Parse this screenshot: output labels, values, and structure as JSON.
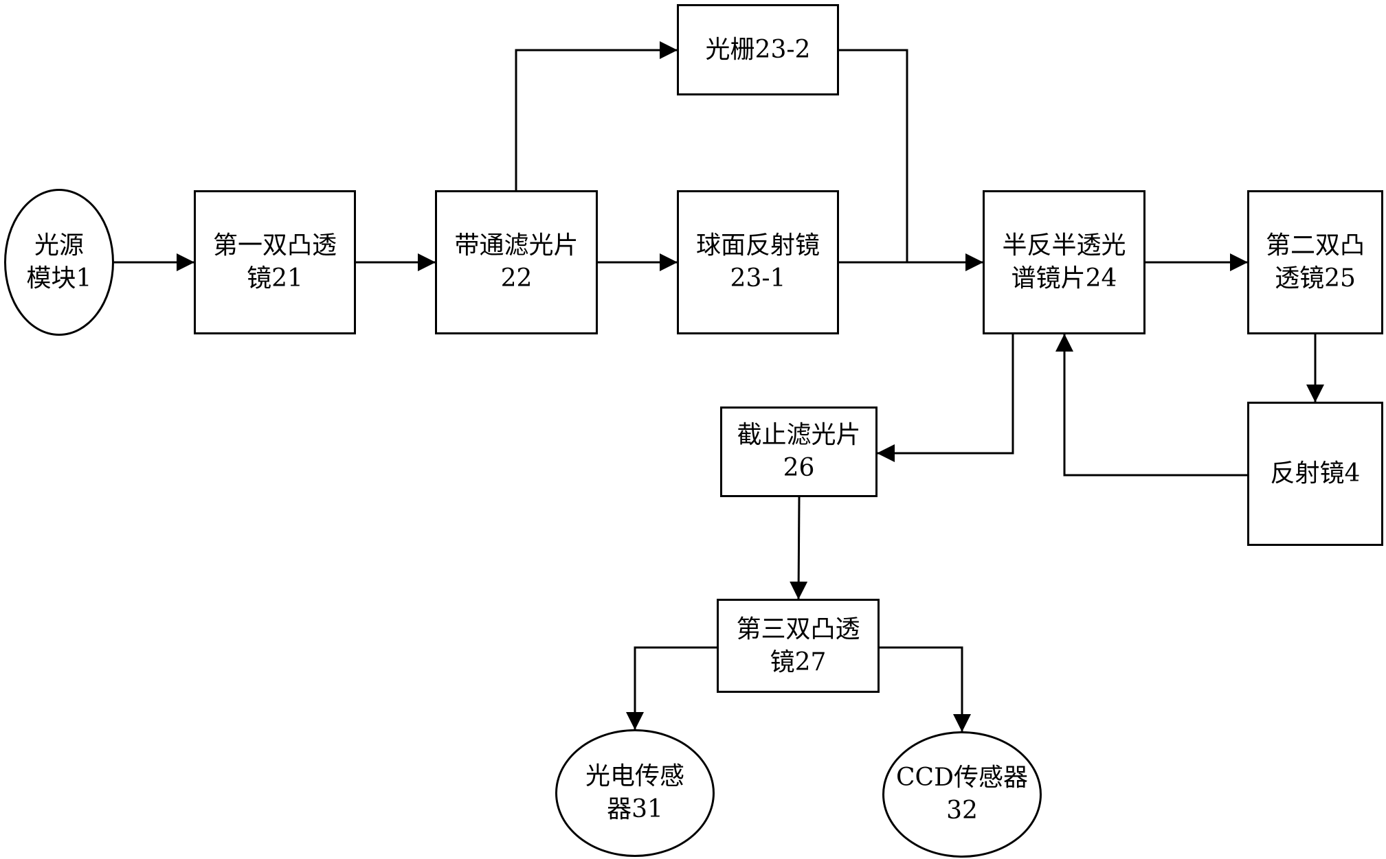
{
  "nodes": {
    "light_source": {
      "label": "光源\n模块1",
      "shape": "ellipse"
    },
    "lens1": {
      "label": "第一双凸透\n镜21",
      "shape": "box"
    },
    "bandpass": {
      "label": "带通滤光片\n22",
      "shape": "box"
    },
    "spherical_mirror": {
      "label": "球面反射镜\n23-1",
      "shape": "box"
    },
    "grating": {
      "label": "光栅23-2",
      "shape": "box"
    },
    "half_mirror": {
      "label": "半反半透光\n谱镜片24",
      "shape": "box"
    },
    "lens2": {
      "label": "第二双凸\n透镜25",
      "shape": "box"
    },
    "mirror4": {
      "label": "反射镜4",
      "shape": "box"
    },
    "cutoff_filter": {
      "label": "截止滤光片\n26",
      "shape": "box"
    },
    "lens3": {
      "label": "第三双凸透\n镜27",
      "shape": "box"
    },
    "photo_sensor": {
      "label": "光电传感\n器31",
      "shape": "ellipse"
    },
    "ccd_sensor": {
      "label": "CCD传感器\n32",
      "shape": "ellipse"
    }
  },
  "edges": [
    {
      "from": "light_source",
      "to": "lens1"
    },
    {
      "from": "lens1",
      "to": "bandpass"
    },
    {
      "from": "bandpass",
      "to": "spherical_mirror"
    },
    {
      "from": "bandpass",
      "to": "grating"
    },
    {
      "from": "spherical_mirror",
      "to": "half_mirror"
    },
    {
      "from": "grating",
      "to": "half_mirror"
    },
    {
      "from": "half_mirror",
      "to": "lens2"
    },
    {
      "from": "lens2",
      "to": "mirror4"
    },
    {
      "from": "mirror4",
      "to": "half_mirror"
    },
    {
      "from": "half_mirror",
      "to": "cutoff_filter"
    },
    {
      "from": "cutoff_filter",
      "to": "lens3"
    },
    {
      "from": "lens3",
      "to": "photo_sensor"
    },
    {
      "from": "lens3",
      "to": "ccd_sensor"
    }
  ]
}
